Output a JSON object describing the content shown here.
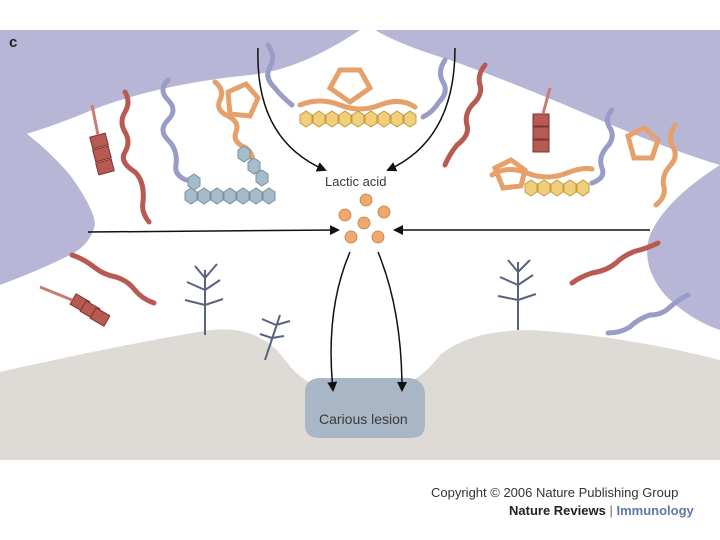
{
  "panel_letter": "c",
  "labels": {
    "lactic_acid": "Lactic acid",
    "carious_lesion": "Carious lesion"
  },
  "credit": {
    "copyright": "Copyright © 2006 Nature Publishing Group",
    "journal": "Nature Reviews",
    "separator": "|",
    "subjournal": "Immunology"
  },
  "colors": {
    "bacteria": "#b8b6d6",
    "tooth": "#dedad6",
    "lesion": "#a9b6c6",
    "red_molecule": "#b85a52",
    "lavender_molecule": "#9a9cc8",
    "orange_molecule": "#e6a06a",
    "yellow_hexagon": "#f0cf7a",
    "blue_hexagon": "#a6bcc8",
    "acid_dot": "#eea96e"
  }
}
